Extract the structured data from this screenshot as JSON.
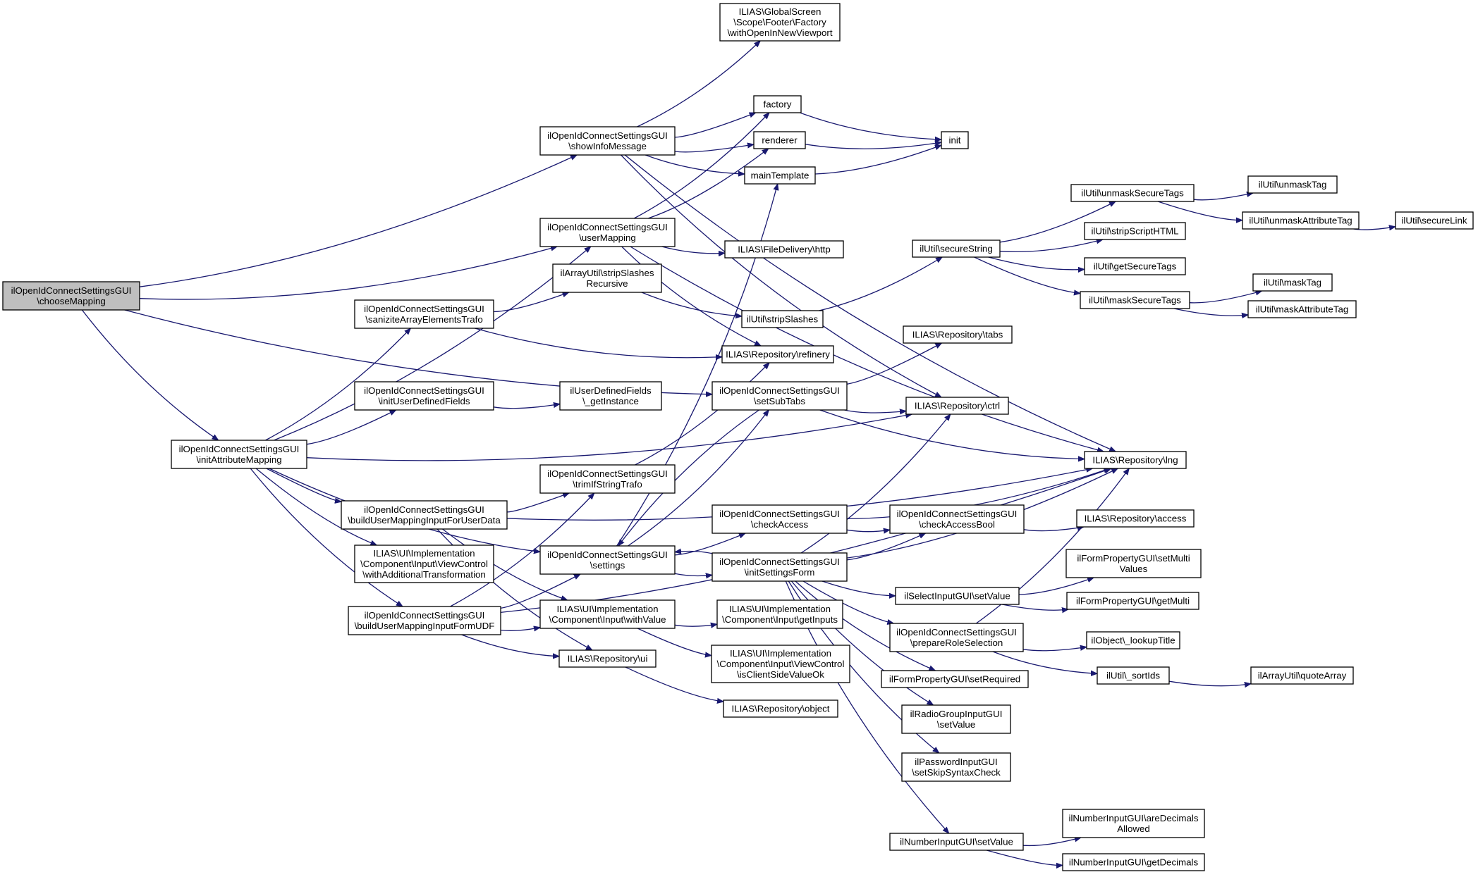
{
  "nodes": [
    {
      "id": "n00",
      "lines": [
        "ilOpenIdConnectSettingsGUI",
        "\\chooseMapping"
      ],
      "root": true
    },
    {
      "id": "n01",
      "lines": [
        "ilOpenIdConnectSettingsGUI",
        "\\showInfoMessage"
      ]
    },
    {
      "id": "n02",
      "lines": [
        "ilOpenIdConnectSettingsGUI",
        "\\userMapping"
      ]
    },
    {
      "id": "n03",
      "lines": [
        "ilOpenIdConnectSettingsGUI",
        "\\initAttributeMapping"
      ]
    },
    {
      "id": "n04",
      "lines": [
        "ilOpenIdConnectSettingsGUI",
        "\\setSubTabs"
      ]
    },
    {
      "id": "n05",
      "lines": [
        "ILIAS\\GlobalScreen",
        "\\Scope\\Footer\\Factory",
        "\\withOpenInNewViewport"
      ]
    },
    {
      "id": "n06",
      "lines": [
        "factory"
      ]
    },
    {
      "id": "n07",
      "lines": [
        "renderer"
      ]
    },
    {
      "id": "n08",
      "lines": [
        "mainTemplate"
      ]
    },
    {
      "id": "n09",
      "lines": [
        "init"
      ]
    },
    {
      "id": "n10",
      "lines": [
        "ILIAS\\FileDelivery\\http"
      ]
    },
    {
      "id": "n11",
      "lines": [
        "ilArrayUtil\\stripSlashes",
        "Recursive"
      ]
    },
    {
      "id": "n12",
      "lines": [
        "ilOpenIdConnectSettingsGUI",
        "\\saniziteArrayElementsTrafo"
      ]
    },
    {
      "id": "n13",
      "lines": [
        "ilUtil\\stripSlashes"
      ]
    },
    {
      "id": "n14",
      "lines": [
        "ILIAS\\Repository\\refinery"
      ]
    },
    {
      "id": "n15",
      "lines": [
        "ilOpenIdConnectSettingsGUI",
        "\\initUserDefinedFields"
      ]
    },
    {
      "id": "n16",
      "lines": [
        "ilUserDefinedFields",
        "\\_getInstance"
      ]
    },
    {
      "id": "n17",
      "lines": [
        "ilOpenIdConnectSettingsGUI",
        "\\trimIfStringTrafo"
      ]
    },
    {
      "id": "n18",
      "lines": [
        "ilOpenIdConnectSettingsGUI",
        "\\buildUserMappingInputForUserData"
      ]
    },
    {
      "id": "n19",
      "lines": [
        "ILIAS\\UI\\Implementation",
        "\\Component\\Input\\ViewControl",
        "\\withAdditionalTransformation"
      ]
    },
    {
      "id": "n20",
      "lines": [
        "ilOpenIdConnectSettingsGUI",
        "\\buildUserMappingInputFormUDF"
      ]
    },
    {
      "id": "n21",
      "lines": [
        "ilOpenIdConnectSettingsGUI",
        "\\settings"
      ]
    },
    {
      "id": "n22",
      "lines": [
        "ILIAS\\UI\\Implementation",
        "\\Component\\Input\\withValue"
      ]
    },
    {
      "id": "n23",
      "lines": [
        "ILIAS\\Repository\\ui"
      ]
    },
    {
      "id": "n24",
      "lines": [
        "ILIAS\\UI\\Implementation",
        "\\Component\\Input\\getInputs"
      ]
    },
    {
      "id": "n25",
      "lines": [
        "ILIAS\\UI\\Implementation",
        "\\Component\\Input\\ViewControl",
        "\\isClientSideValueOk"
      ]
    },
    {
      "id": "n26",
      "lines": [
        "ILIAS\\Repository\\object"
      ]
    },
    {
      "id": "n27",
      "lines": [
        "ilOpenIdConnectSettingsGUI",
        "\\checkAccess"
      ]
    },
    {
      "id": "n28",
      "lines": [
        "ilOpenIdConnectSettingsGUI",
        "\\initSettingsForm"
      ]
    },
    {
      "id": "n29",
      "lines": [
        "ilUtil\\secureString"
      ]
    },
    {
      "id": "n30",
      "lines": [
        "ILIAS\\Repository\\tabs"
      ]
    },
    {
      "id": "n31",
      "lines": [
        "ILIAS\\Repository\\ctrl"
      ]
    },
    {
      "id": "n32",
      "lines": [
        "ILIAS\\Repository\\lng"
      ]
    },
    {
      "id": "n33",
      "lines": [
        "ilOpenIdConnectSettingsGUI",
        "\\checkAccessBool"
      ]
    },
    {
      "id": "n34",
      "lines": [
        "ilSelectInputGUI\\setValue"
      ]
    },
    {
      "id": "n35",
      "lines": [
        "ilOpenIdConnectSettingsGUI",
        "\\prepareRoleSelection"
      ]
    },
    {
      "id": "n36",
      "lines": [
        "ilFormPropertyGUI\\setRequired"
      ]
    },
    {
      "id": "n37",
      "lines": [
        "ilRadioGroupInputGUI",
        "\\setValue"
      ]
    },
    {
      "id": "n38",
      "lines": [
        "ilPasswordInputGUI",
        "\\setSkipSyntaxCheck"
      ]
    },
    {
      "id": "n39",
      "lines": [
        "ilNumberInputGUI\\setValue"
      ]
    },
    {
      "id": "n40",
      "lines": [
        "ilUtil\\unmaskSecureTags"
      ]
    },
    {
      "id": "n41",
      "lines": [
        "ilUtil\\stripScriptHTML"
      ]
    },
    {
      "id": "n42",
      "lines": [
        "ilUtil\\getSecureTags"
      ]
    },
    {
      "id": "n43",
      "lines": [
        "ilUtil\\maskSecureTags"
      ]
    },
    {
      "id": "n44",
      "lines": [
        "ILIAS\\Repository\\access"
      ]
    },
    {
      "id": "n45",
      "lines": [
        "ilFormPropertyGUI\\setMulti",
        "Values"
      ]
    },
    {
      "id": "n46",
      "lines": [
        "ilFormPropertyGUI\\getMulti"
      ]
    },
    {
      "id": "n47",
      "lines": [
        "ilObject\\_lookupTitle"
      ]
    },
    {
      "id": "n48",
      "lines": [
        "ilUtil\\_sortIds"
      ]
    },
    {
      "id": "n49",
      "lines": [
        "ilNumberInputGUI\\areDecimals",
        "Allowed"
      ]
    },
    {
      "id": "n50",
      "lines": [
        "ilNumberInputGUI\\getDecimals"
      ]
    },
    {
      "id": "n51",
      "lines": [
        "ilUtil\\unmaskTag"
      ]
    },
    {
      "id": "n52",
      "lines": [
        "ilUtil\\unmaskAttributeTag"
      ]
    },
    {
      "id": "n53",
      "lines": [
        "ilUtil\\maskTag"
      ]
    },
    {
      "id": "n54",
      "lines": [
        "ilUtil\\maskAttributeTag"
      ]
    },
    {
      "id": "n55",
      "lines": [
        "ilArrayUtil\\quoteArray"
      ]
    },
    {
      "id": "n56",
      "lines": [
        "ilUtil\\secureLink"
      ]
    }
  ],
  "edges": [
    [
      "n00",
      "n01"
    ],
    [
      "n00",
      "n02"
    ],
    [
      "n00",
      "n03"
    ],
    [
      "n00",
      "n04"
    ],
    [
      "n01",
      "n05"
    ],
    [
      "n01",
      "n06"
    ],
    [
      "n01",
      "n07"
    ],
    [
      "n01",
      "n08"
    ],
    [
      "n01",
      "n31"
    ],
    [
      "n01",
      "n32"
    ],
    [
      "n02",
      "n06"
    ],
    [
      "n02",
      "n07"
    ],
    [
      "n02",
      "n10"
    ],
    [
      "n02",
      "n14"
    ],
    [
      "n02",
      "n32"
    ],
    [
      "n06",
      "n09"
    ],
    [
      "n07",
      "n09"
    ],
    [
      "n08",
      "n09"
    ],
    [
      "n03",
      "n02"
    ],
    [
      "n03",
      "n12"
    ],
    [
      "n03",
      "n15"
    ],
    [
      "n03",
      "n31"
    ],
    [
      "n03",
      "n18"
    ],
    [
      "n03",
      "n19"
    ],
    [
      "n03",
      "n20"
    ],
    [
      "n03",
      "n21"
    ],
    [
      "n12",
      "n11"
    ],
    [
      "n12",
      "n14"
    ],
    [
      "n11",
      "n13"
    ],
    [
      "n13",
      "n29"
    ],
    [
      "n15",
      "n16"
    ],
    [
      "n18",
      "n17"
    ],
    [
      "n18",
      "n32"
    ],
    [
      "n18",
      "n22"
    ],
    [
      "n18",
      "n23"
    ],
    [
      "n20",
      "n17"
    ],
    [
      "n20",
      "n21"
    ],
    [
      "n20",
      "n22"
    ],
    [
      "n20",
      "n23"
    ],
    [
      "n20",
      "n32"
    ],
    [
      "n17",
      "n14"
    ],
    [
      "n21",
      "n04"
    ],
    [
      "n21",
      "n08"
    ],
    [
      "n21",
      "n27"
    ],
    [
      "n21",
      "n28"
    ],
    [
      "n04",
      "n21"
    ],
    [
      "n04",
      "n30"
    ],
    [
      "n04",
      "n31"
    ],
    [
      "n04",
      "n32"
    ],
    [
      "n22",
      "n24"
    ],
    [
      "n22",
      "n25"
    ],
    [
      "n23",
      "n26"
    ],
    [
      "n27",
      "n33"
    ],
    [
      "n27",
      "n32"
    ],
    [
      "n28",
      "n21"
    ],
    [
      "n28",
      "n31"
    ],
    [
      "n28",
      "n32"
    ],
    [
      "n28",
      "n33"
    ],
    [
      "n28",
      "n34"
    ],
    [
      "n28",
      "n35"
    ],
    [
      "n28",
      "n36"
    ],
    [
      "n28",
      "n37"
    ],
    [
      "n28",
      "n38"
    ],
    [
      "n28",
      "n39"
    ],
    [
      "n29",
      "n40"
    ],
    [
      "n29",
      "n41"
    ],
    [
      "n29",
      "n42"
    ],
    [
      "n29",
      "n43"
    ],
    [
      "n40",
      "n51"
    ],
    [
      "n40",
      "n52"
    ],
    [
      "n52",
      "n56"
    ],
    [
      "n43",
      "n53"
    ],
    [
      "n43",
      "n54"
    ],
    [
      "n33",
      "n44"
    ],
    [
      "n34",
      "n45"
    ],
    [
      "n34",
      "n46"
    ],
    [
      "n35",
      "n32"
    ],
    [
      "n35",
      "n47"
    ],
    [
      "n35",
      "n48"
    ],
    [
      "n48",
      "n55"
    ],
    [
      "n39",
      "n49"
    ],
    [
      "n39",
      "n50"
    ]
  ]
}
